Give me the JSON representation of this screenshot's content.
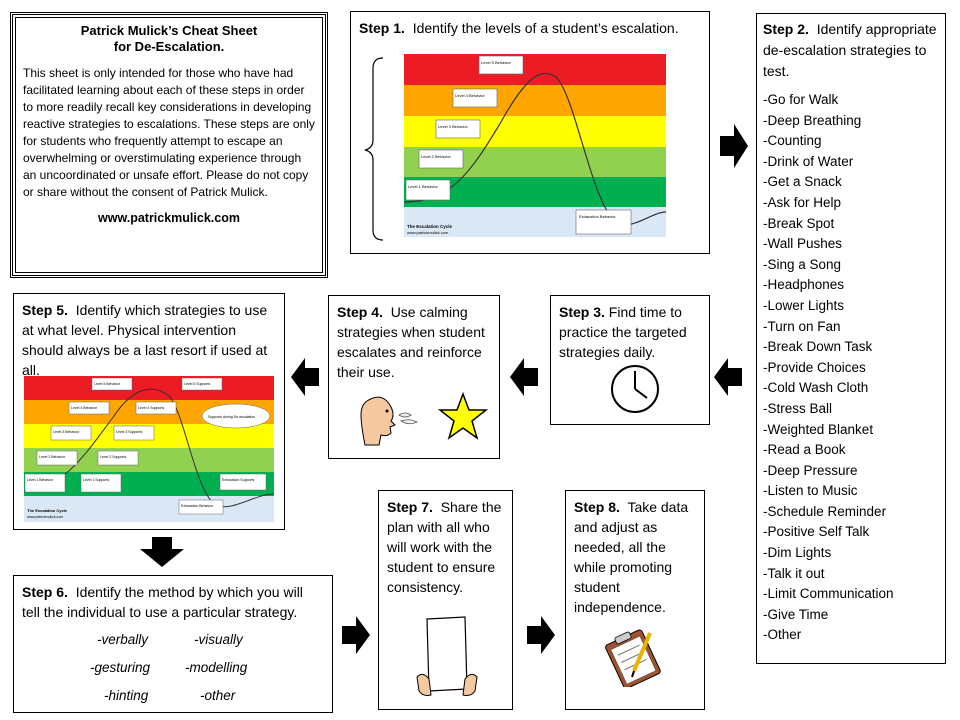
{
  "intro": {
    "title_line1": "Patrick Mulick’s Cheat Sheet",
    "title_line2": "for De-Escalation.",
    "body": "This sheet is only intended for those who have had facilitated learning about each of these steps in order to more readily recall key considerations in developing  reactive strategies to escalations.  These steps are only for students who frequently attempt to escape an overwhelming or overstimulating experience through an uncoordinated or unsafe effort.  Please do not copy or share without the consent of Patrick Mulick.",
    "website": "www.patrickmulick.com"
  },
  "step1": {
    "num": "Step 1.",
    "text": "Identify the levels of a student’s escalation."
  },
  "step2": {
    "num": "Step 2.",
    "text": "Identify appropriate de-escalation strategies to test.",
    "strategies": [
      "-Go for Walk",
      "-Deep Breathing",
      "-Counting",
      "-Drink of Water",
      "-Get a Snack",
      "-Ask for Help",
      "-Break Spot",
      "-Wall Pushes",
      "-Sing a Song",
      "-Headphones",
      "-Lower Lights",
      "-Turn on Fan",
      "-Break Down Task",
      "-Provide Choices",
      "-Cold Wash Cloth",
      "-Stress Ball",
      "-Weighted Blanket",
      "-Read a Book",
      "-Deep Pressure",
      "-Listen to Music",
      "-Schedule Reminder",
      "-Positive Self Talk",
      "-Dim Lights",
      "-Talk it out",
      "-Limit Communication",
      "-Give Time",
      "-Other"
    ]
  },
  "step3": {
    "num": "Step 3.",
    "text": "Find time to practice the targeted strategies daily."
  },
  "step4": {
    "num": "Step 4.",
    "text": "Use calming strategies when student escalates and reinforce their use."
  },
  "step5": {
    "num": "Step 5.",
    "text": "Identify which strategies to use at what level.  Physical intervention should always be a last resort if used at all."
  },
  "step6": {
    "num": "Step 6.",
    "text": "Identify the method by which you will tell the individual to use a particular strategy.",
    "methods": [
      "-verbally",
      "-visually",
      "-gesturing",
      "-modelling",
      "-hinting",
      "-other"
    ]
  },
  "step7": {
    "num": "Step 7.",
    "text": "Share the plan with all who will work with the student to ensure consistency."
  },
  "step8": {
    "num": "Step 8.",
    "text": "Take data and adjust as needed, all the while promoting student independence."
  },
  "cycle": {
    "title": "The Escalation Cycle",
    "url": "www.patrickmulick.com",
    "levels": [
      "Level 5 Behavior",
      "Level 4 Behavior",
      "Level 3 Behavior",
      "Level 2 Behavior",
      "Level 1 Behavior"
    ],
    "exhaustion": "Exhaustion Behavior",
    "supports": [
      "Level 5 Supports",
      "Level 4 Supports",
      "Level 3 Supports",
      "Level 2 Supports",
      "Level 1 Supports"
    ],
    "exhaustion_supports": "Exhaustion Supports",
    "supports_during": "Supports during De-escalation",
    "band_colors": [
      "#ec1c24",
      "#ffa500",
      "#ffff00",
      "#92d050",
      "#00b050",
      "#dae7f5"
    ]
  }
}
